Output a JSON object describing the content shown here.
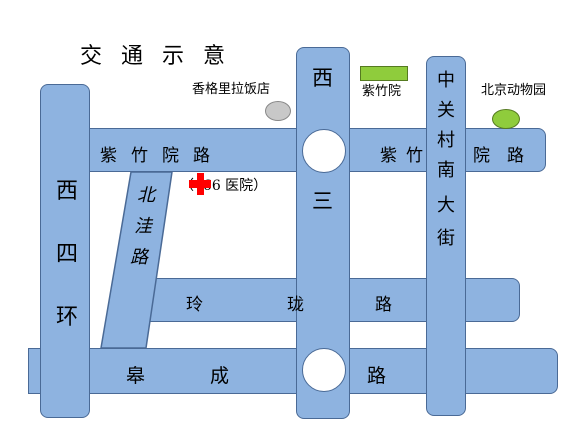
{
  "title": "交 通 示 意",
  "roads": {
    "zizhuyuan_left": [
      "紫",
      "竹",
      "院",
      "路"
    ],
    "zizhuyuan_right": [
      "紫",
      "竹",
      "院",
      "路"
    ],
    "linglong": [
      "玲",
      "珑",
      "路"
    ],
    "fucheng": [
      "皋",
      "成",
      "路"
    ],
    "xisihuan": [
      "西",
      "四",
      "环"
    ],
    "xisan_top": "西",
    "xisan_bottom": "三",
    "beiwa": [
      "北",
      "洼",
      "路"
    ],
    "zhongguancun": [
      "中",
      "关",
      "村",
      "南",
      "大",
      "街"
    ]
  },
  "landmarks": {
    "shangri_la": "香格里拉饭店",
    "zizhuyuan_park": "紫竹院",
    "zoo": "北京动物园",
    "hospital": "（466 医院）"
  },
  "colors": {
    "road_fill": "#8eb3e0",
    "road_border": "#4a6a96",
    "hotel_marker": "#c8c8c8",
    "park_marker": "#8fcc3c",
    "zoo_marker": "#8fcc3c",
    "hospital_cross": "#ff0000"
  }
}
